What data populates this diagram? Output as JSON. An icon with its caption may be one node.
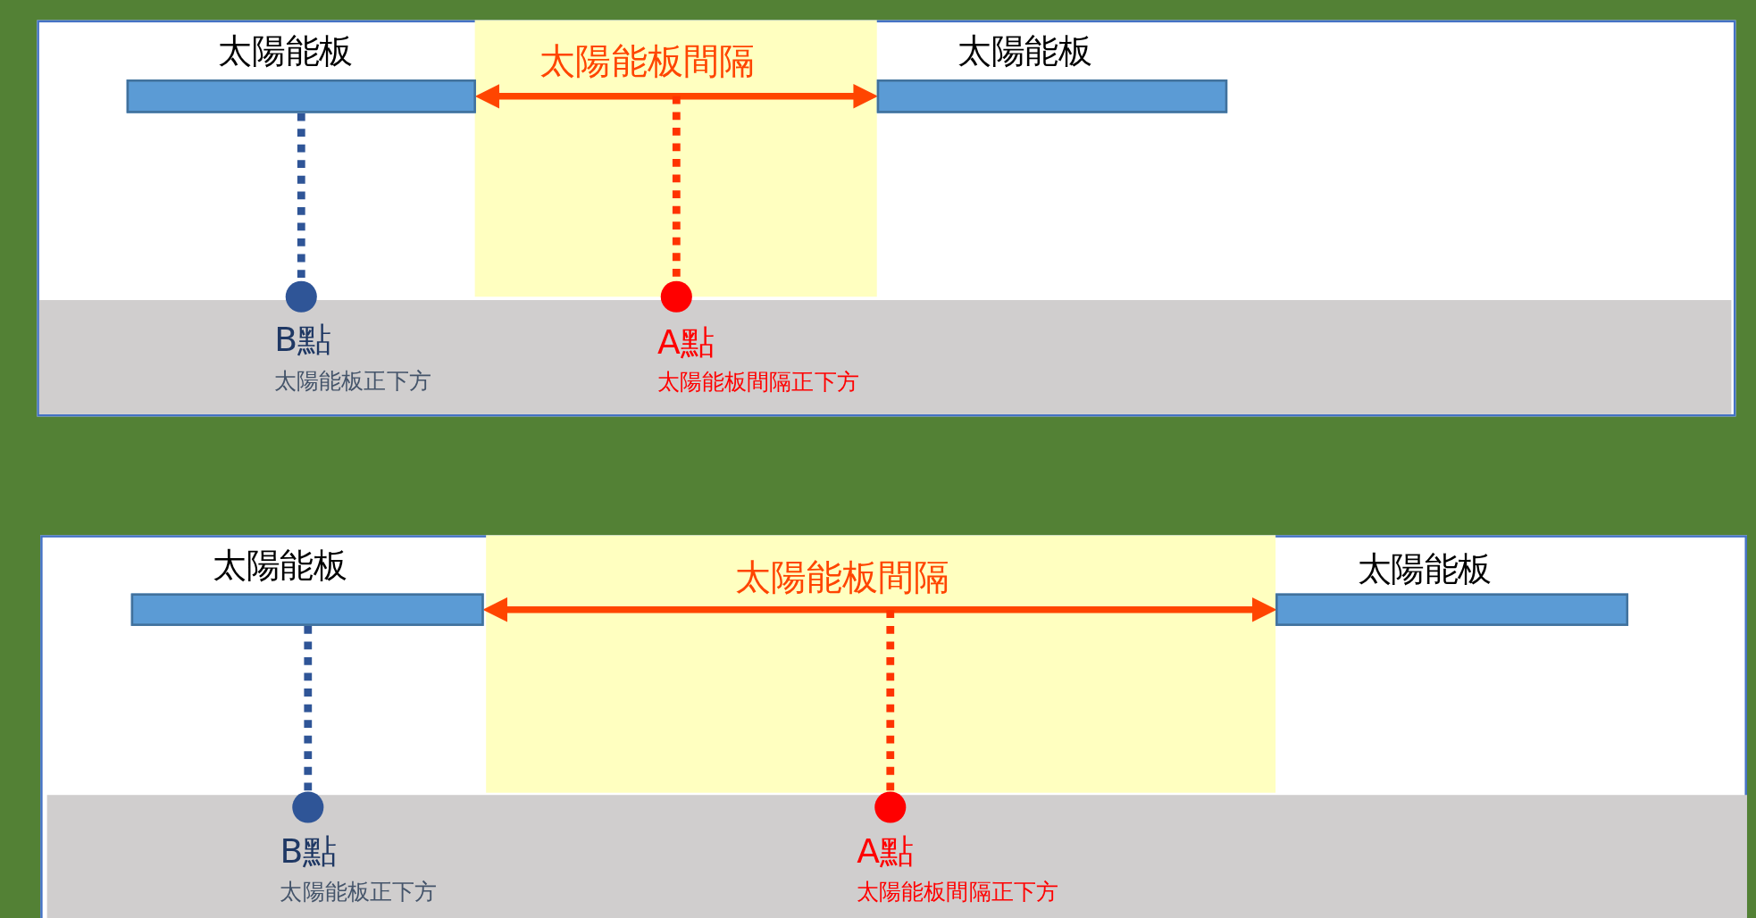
{
  "diagram": {
    "nodes": [
      {
        "text": [
          "太陽能板"
        ]
      },
      {
        "text": [
          "太陽能板"
        ]
      },
      {
        "text": [],
        "shape": "circle",
        "beside": [
          "B點",
          "太陽能板正下方"
        ]
      },
      {
        "text": [],
        "shape": "circle",
        "beside": [
          "A點",
          "太陽能板間隔正下方"
        ]
      },
      {
        "text": [
          "太陽能板"
        ]
      },
      {
        "text": [
          "太陽能板"
        ]
      },
      {
        "text": [],
        "shape": "circle",
        "beside": [
          "B點",
          "太陽能板正下方"
        ]
      },
      {
        "text": [],
        "shape": "circle",
        "beside": [
          "A點",
          "太陽能板間隔正下方"
        ]
      }
    ],
    "edges": [
      {
        "from": 0,
        "to": 1,
        "arrow": "both",
        "label": "太陽能板間隔",
        "color": "#ff4500"
      },
      {
        "from": 0,
        "to": 2,
        "arrow": "none",
        "style": "dashed",
        "color": "#2f5597"
      },
      {
        "from": null,
        "to": 3,
        "arrow": "none",
        "style": "dashed",
        "color": "#ff3300"
      },
      {
        "from": 4,
        "to": 5,
        "arrow": "both",
        "label": "太陽能板間隔",
        "color": "#ff4500"
      },
      {
        "from": 4,
        "to": 6,
        "arrow": "none",
        "style": "dashed",
        "color": "#2f5597"
      },
      {
        "from": null,
        "to": 7,
        "arrow": "none",
        "style": "dashed",
        "color": "#ff3300"
      }
    ]
  }
}
